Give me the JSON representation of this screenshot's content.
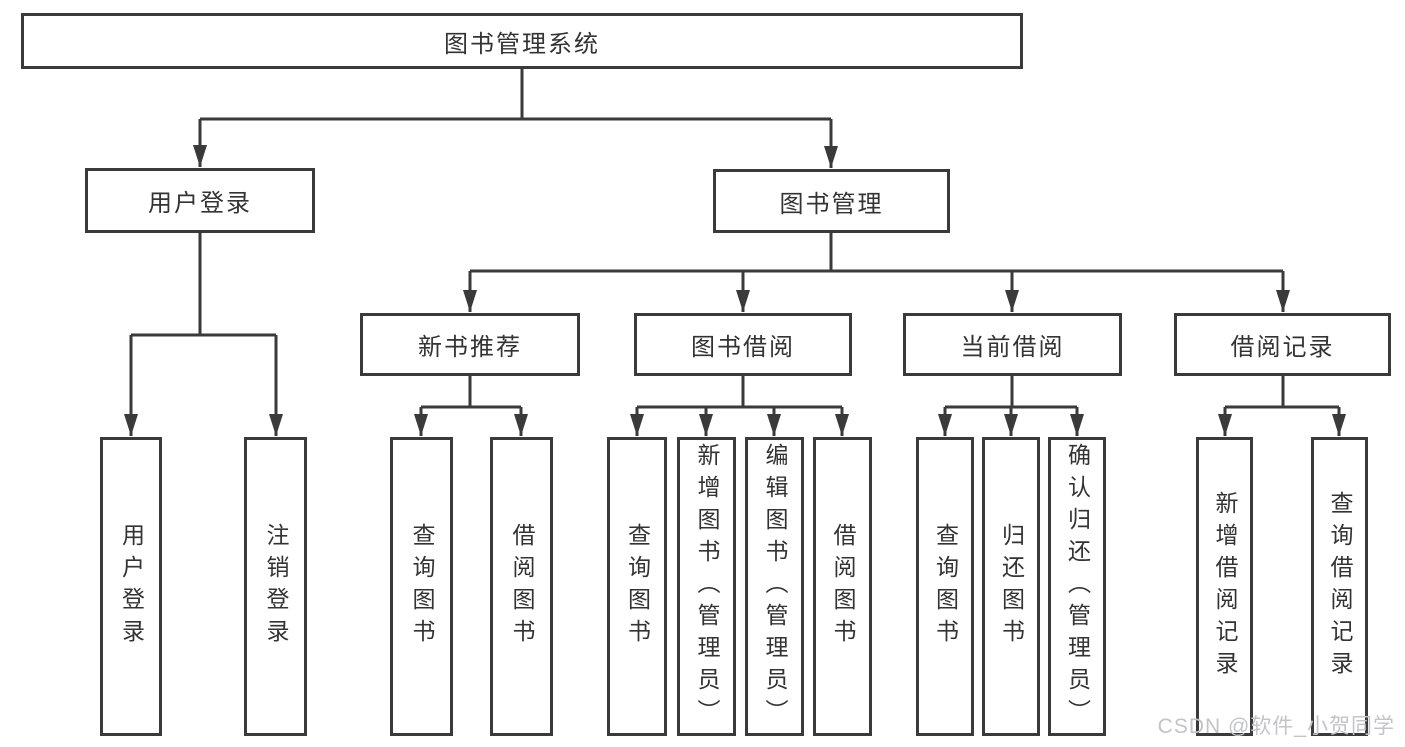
{
  "diagram_type": "tree-structure-chart",
  "colors": {
    "line": "#3a3a3a",
    "text": "#333333",
    "background": "#ffffff",
    "watermark": "#c3c4c8"
  },
  "watermark": {
    "text": "CSDN @软件_小贺同学"
  },
  "nodes": {
    "root": {
      "label": "图书管理系统"
    },
    "level2": [
      {
        "label": "用户登录",
        "parent": "图书管理系统"
      },
      {
        "label": "图书管理",
        "parent": "图书管理系统"
      }
    ],
    "level3": [
      {
        "label": "新书推荐",
        "parent": "图书管理"
      },
      {
        "label": "图书借阅",
        "parent": "图书管理"
      },
      {
        "label": "当前借阅",
        "parent": "图书管理"
      },
      {
        "label": "借阅记录",
        "parent": "图书管理"
      }
    ],
    "leaves": [
      {
        "label": "用户登录",
        "parent": "用户登录"
      },
      {
        "label": "注销登录",
        "parent": "用户登录"
      },
      {
        "label": "查询图书",
        "parent": "新书推荐"
      },
      {
        "label": "借阅图书",
        "parent": "新书推荐"
      },
      {
        "label": "查询图书",
        "parent": "图书借阅"
      },
      {
        "label": "新增图书（管理员）",
        "parent": "图书借阅"
      },
      {
        "label": "编辑图书（管理员）",
        "parent": "图书借阅"
      },
      {
        "label": "借阅图书",
        "parent": "图书借阅"
      },
      {
        "label": "查询图书",
        "parent": "当前借阅"
      },
      {
        "label": "归还图书",
        "parent": "当前借阅"
      },
      {
        "label": "确认归还（管理员）",
        "parent": "当前借阅"
      },
      {
        "label": "新增借阅记录",
        "parent": "借阅记录"
      },
      {
        "label": "查询借阅记录",
        "parent": "借阅记录"
      }
    ]
  }
}
